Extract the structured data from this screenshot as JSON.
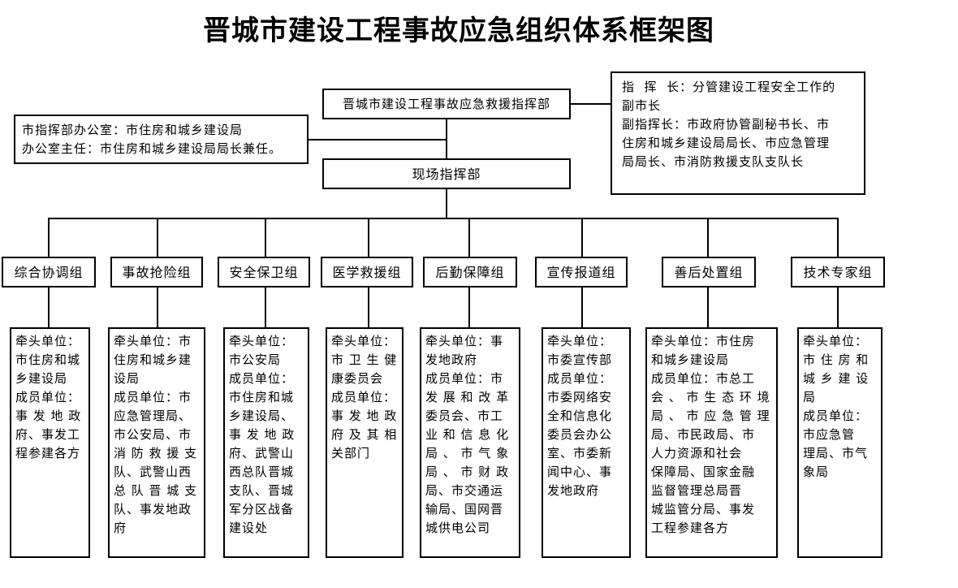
{
  "title": "晋城市建设工程事故应急组织体系框架图",
  "hq": "晋城市建设工程事故应急救援指挥部",
  "office": {
    "line1": "市指挥部办公室：市住房和城乡建设局",
    "line2": "办公室主任：市住房和城乡建设局局长兼任。"
  },
  "leaders": {
    "line1": "指  挥  长：分管建设工程安全工作的",
    "line2": "副市长",
    "line3": "副指挥长：市政府协管副秘书长、市",
    "line4": "住房和城乡建设局局长、市应急管理",
    "line5": "局局长、市消防救援支队支队长"
  },
  "field_hq": "现场指挥部",
  "groups": [
    {
      "name": "综合协调组",
      "details": [
        "牵头单位：",
        "市住房和城",
        "乡建设局",
        "成员单位：",
        "事 发 地 政",
        "府、事发工",
        "程参建各方"
      ]
    },
    {
      "name": "事故抢险组",
      "details": [
        "牵头单位：市",
        "住房和城乡建",
        "设局",
        "成员单位：市",
        "应急管理局、",
        "市公安局、市",
        "消 防 救 援 支",
        "队、武警山西",
        "总 队 晋 城 支",
        "队、事发地政",
        "府"
      ]
    },
    {
      "name": "安全保卫组",
      "details": [
        "牵头单位：",
        "市公安局",
        "成员单位：",
        "市住房和城",
        "乡建设局、",
        "事 发 地 政",
        "府、武警山",
        "西总队晋城",
        "支队、晋城",
        "军分区战备",
        "建设处"
      ]
    },
    {
      "name": "医学救援组",
      "details": [
        "牵头单位：",
        "市 卫 生 健",
        "康委员会",
        "成员单位：",
        "事 发 地 政",
        "府 及 其 相",
        "关部门"
      ]
    },
    {
      "name": "后勤保障组",
      "details": [
        "牵头单位：事",
        "发地政府",
        "成员单位：市",
        "发 展 和 改 革",
        "委员会、市工",
        "业 和 信 息 化",
        "局 、 市 气 象",
        "局 、 市 财 政",
        "局、市交通运",
        "输局、国网晋",
        "城供电公司"
      ]
    },
    {
      "name": "宣传报道组",
      "details": [
        "牵头单位：",
        "市委宣传部",
        "成员单位：",
        "市委网络安",
        "全和信息化",
        "委员会办公",
        "室、市委新",
        "闻中心、事",
        "发地政府"
      ]
    },
    {
      "name": "善后处置组",
      "details": [
        "牵头单位：市住房",
        "和城乡建设局",
        "成员单位：市总工",
        "会 、 市 生 态 环 境",
        "局 、 市 应 急 管 理",
        "局、市民政局、市",
        "人力资源和社会",
        "保障局、国家金融",
        "监督管理总局晋",
        "城监管分局、事发",
        "工程参建各方"
      ]
    },
    {
      "name": "技术专家组",
      "details": [
        "牵头单位：",
        "市 住 房 和",
        "城 乡 建 设",
        "局",
        "成员单位：",
        "市应急管",
        "理局、市气",
        "象局"
      ]
    }
  ]
}
